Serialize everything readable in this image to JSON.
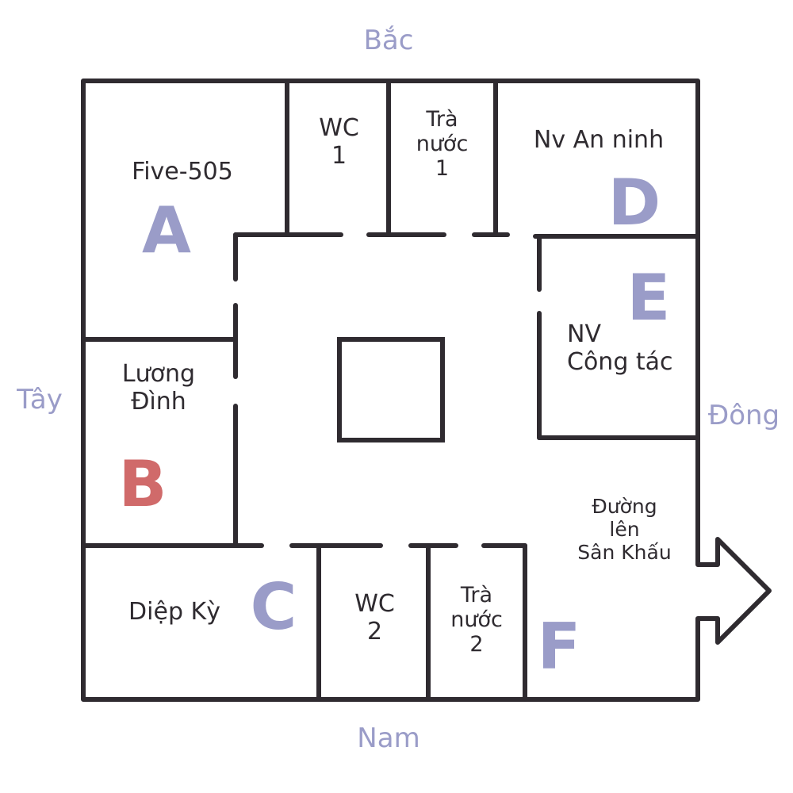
{
  "directions": {
    "north": "Bắc",
    "west": "Tây",
    "east": "Đông",
    "south": "Nam"
  },
  "rooms": {
    "a": {
      "name": "Five-505",
      "letter": "A"
    },
    "wc1": {
      "name": "WC\n1"
    },
    "tea1": {
      "name": "Trà\nnước\n1"
    },
    "d": {
      "name": "Nv An ninh",
      "letter": "D"
    },
    "e": {
      "name": "NV\nCông tác",
      "letter": "E"
    },
    "b": {
      "name": "Lương\nĐình",
      "letter": "B"
    },
    "c": {
      "name": "Diệp Kỳ",
      "letter": "C"
    },
    "wc2": {
      "name": "WC\n2"
    },
    "tea2": {
      "name": "Trà\nnước\n2"
    },
    "f": {
      "name": "Đường\nlên\nSân Khấu",
      "letter": "F"
    }
  },
  "colors": {
    "wall": "#2f2b30",
    "accent": "#9a9cc8",
    "highlight": "#d06a6a"
  }
}
